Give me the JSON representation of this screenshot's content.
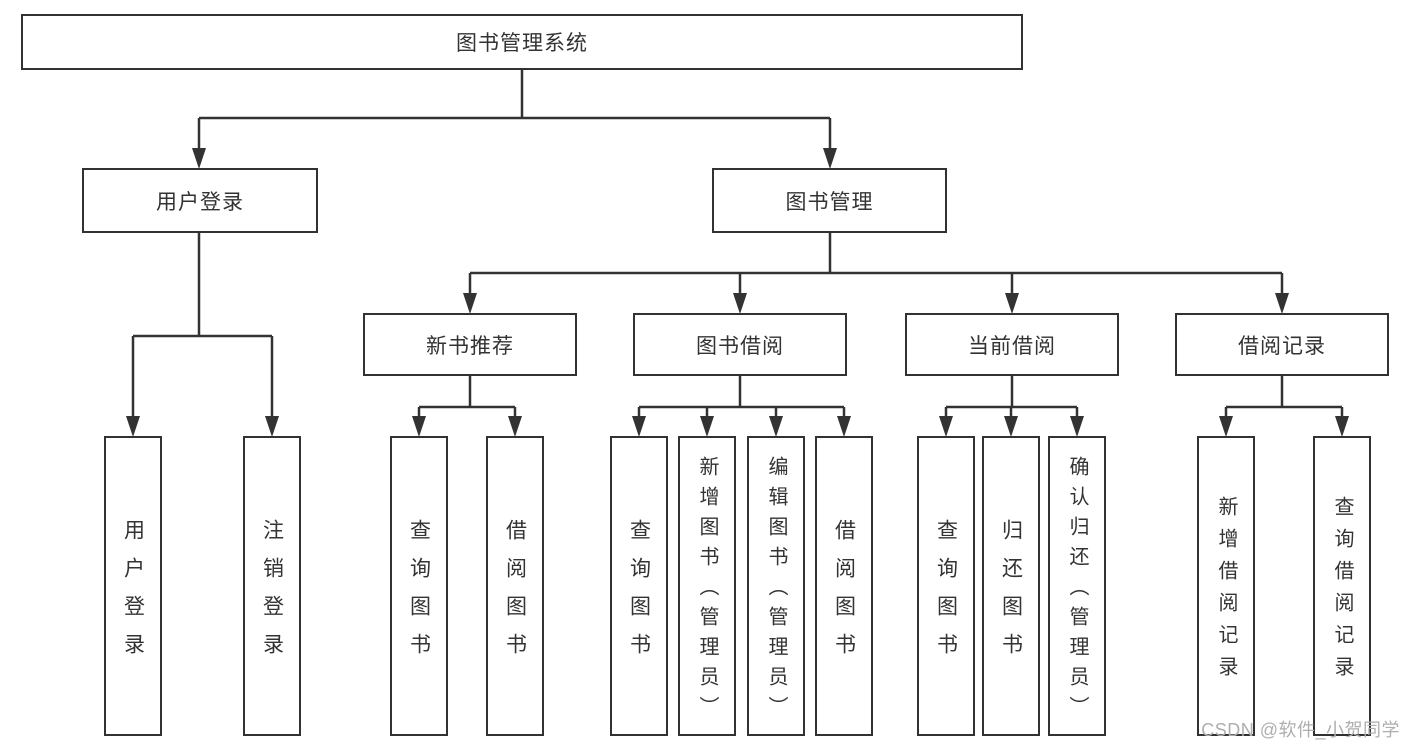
{
  "diagram": {
    "root": "图书管理系统",
    "branches": [
      {
        "label": "用户登录",
        "leaves": [
          "用户登录",
          "注销登录"
        ]
      },
      {
        "label": "图书管理",
        "sections": [
          {
            "label": "新书推荐",
            "leaves": [
              "查询图书",
              "借阅图书"
            ]
          },
          {
            "label": "图书借阅",
            "leaves": [
              "查询图书",
              "新增图书（管理员）",
              "编辑图书（管理员）",
              "借阅图书"
            ]
          },
          {
            "label": "当前借阅",
            "leaves": [
              "查询图书",
              "归还图书",
              "确认归还（管理员）"
            ]
          },
          {
            "label": "借阅记录",
            "leaves": [
              "新增借阅记录",
              "查询借阅记录"
            ]
          }
        ]
      }
    ]
  },
  "colors": {
    "line": "#333333",
    "text": "#333333",
    "watermark": "#aeaeae",
    "background": "#ffffff"
  },
  "watermark": "CSDN @软件_小贺同学"
}
